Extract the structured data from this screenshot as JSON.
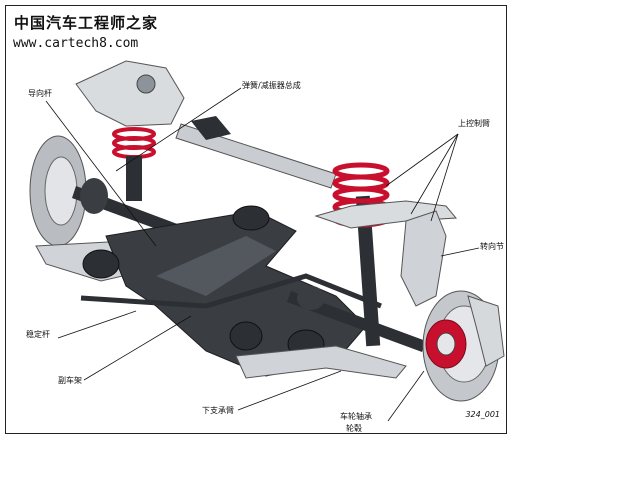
{
  "watermark": {
    "title": "中国汽车工程师之家",
    "url": "www.cartech8.com"
  },
  "labels": {
    "tie_rod": "导向杆",
    "spring_damper": "弹簧/减振器总成",
    "upper_control_arm": "上控制臂",
    "steering_knuckle": "转向节",
    "stabilizer_bar": "稳定杆",
    "subframe": "副车架",
    "lower_control_arm": "下支承臂",
    "wheel_bearing": "车轮轴承",
    "wheel_hub": "轮毂"
  },
  "figure_code": "324_001",
  "colors": {
    "frame_border": "#222222",
    "metal_light": "#d9dcdf",
    "metal_mid": "#9aa0a6",
    "metal_dark": "#2c2f33",
    "spring_red": "#c8102e"
  }
}
